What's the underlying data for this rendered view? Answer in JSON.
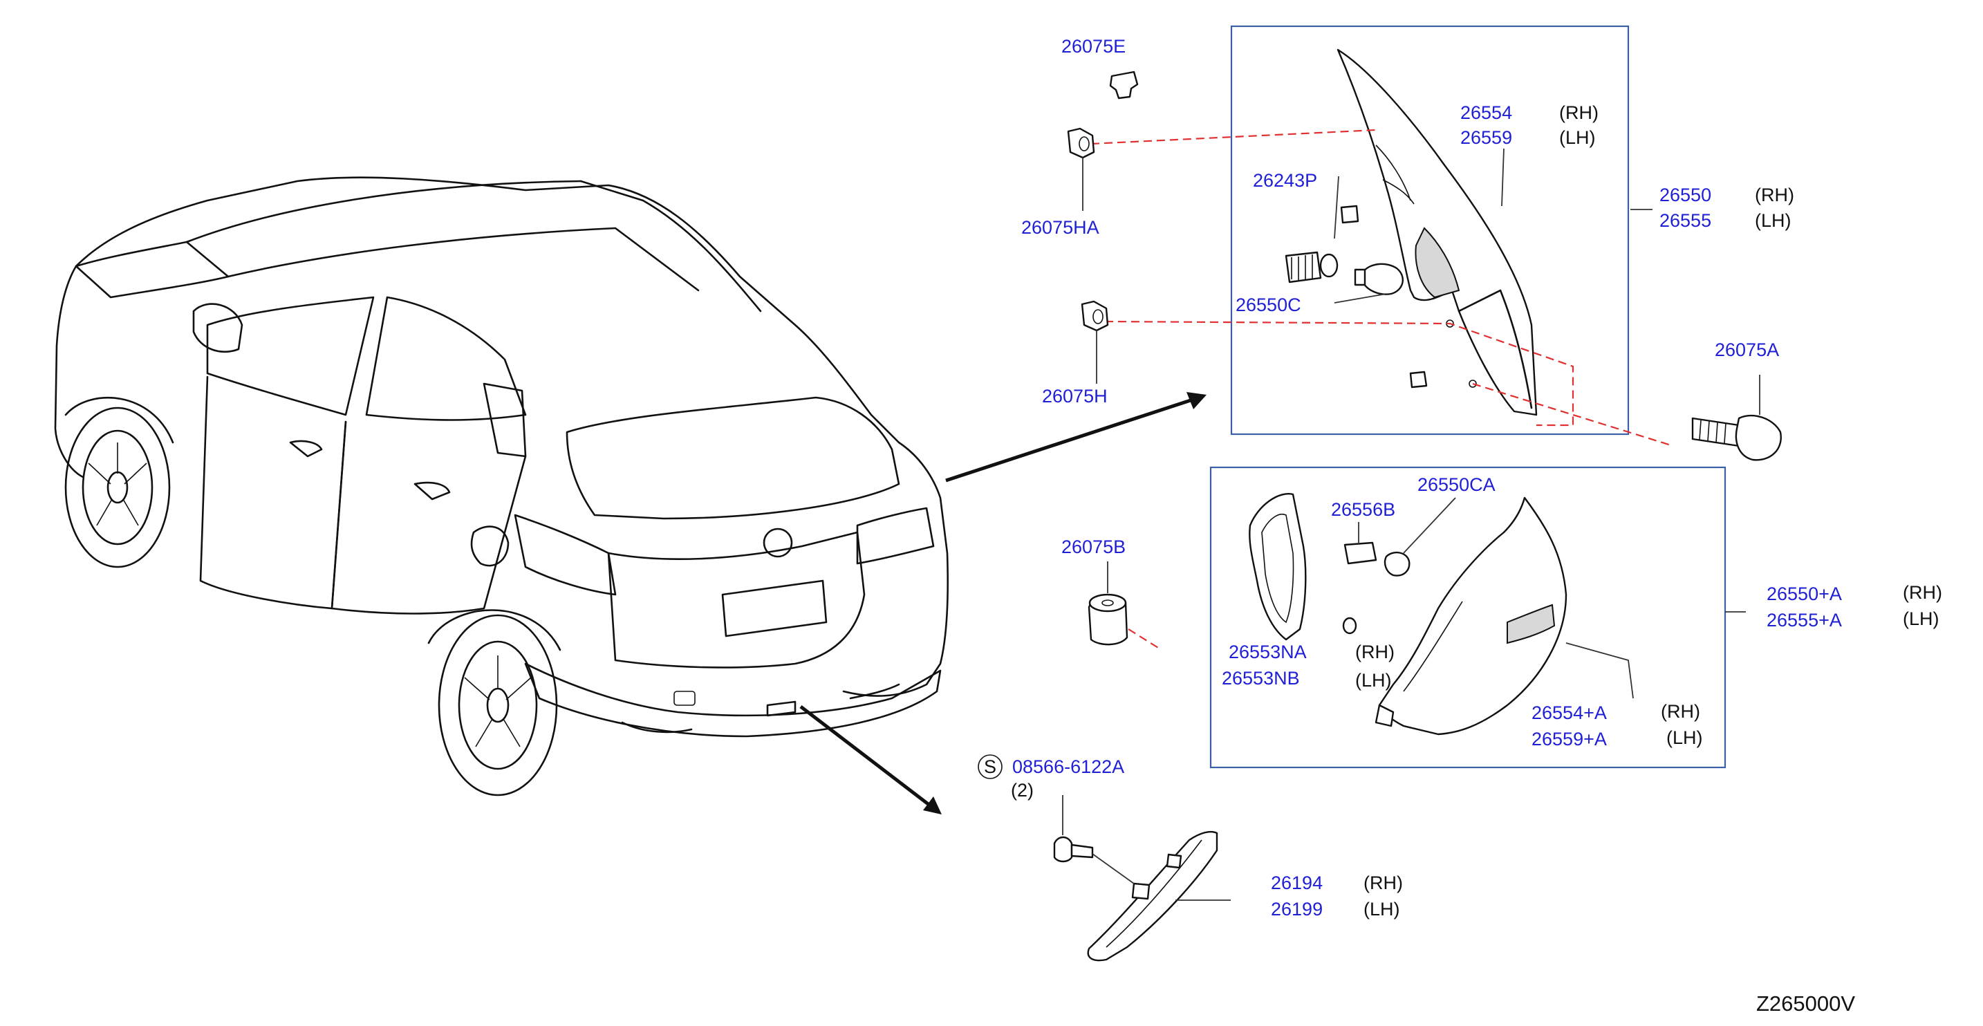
{
  "diagram_id": "Z265000V",
  "side_labels": {
    "rh": "(RH)",
    "lh": "(LH)"
  },
  "callouts": {
    "p26075E": "26075E",
    "p26075HA": "26075HA",
    "p26075H": "26075H",
    "p26075B": "26075B",
    "p26075A": "26075A",
    "p26554": "26554",
    "p26559": "26559",
    "p26550": "26550",
    "p26555": "26555",
    "p26243P": "26243P",
    "p26550C": "26550C",
    "p26550CA": "26550CA",
    "p26556B": "26556B",
    "p26553NA": "26553NA",
    "p26553NB": "26553NB",
    "p26550A": "26550+A",
    "p26555A": "26555+A",
    "p26554A": "26554+A",
    "p26559A": "26559+A",
    "p08566": "08566-6122A",
    "p08566_qty": "(2)",
    "p08566_symbol": "S",
    "p26194": "26194",
    "p26199": "26199"
  },
  "colors": {
    "part_number": "#1f1fd6",
    "line": "#111111",
    "box": "#3a5fa6",
    "dashed_leader": "#e03030"
  }
}
